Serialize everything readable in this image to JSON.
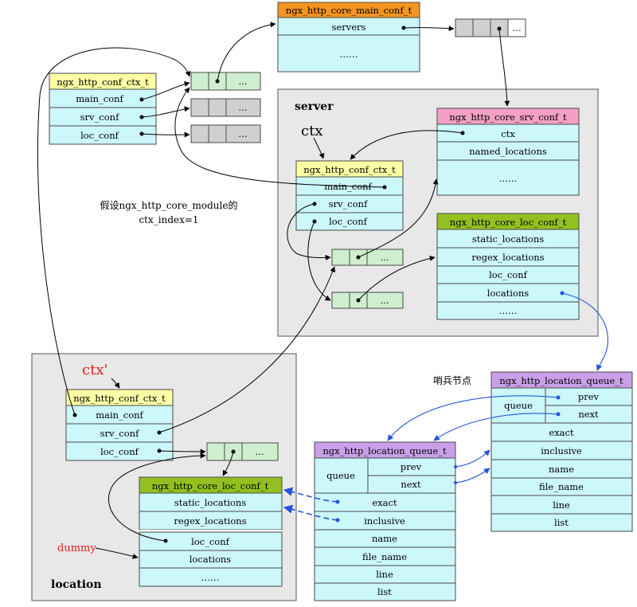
{
  "colors": {
    "cell": "#ccf7fb",
    "cell_border": "#4a4a4a",
    "header_yellow": "#ffffa6",
    "header_orange": "#f5941f",
    "header_pink": "#f4a0c4",
    "header_green": "#92c020",
    "header_purple": "#c9a0e8",
    "array_green": "#cfeecf",
    "array_grey": "#d0d0d0",
    "region_bg": "#e8e8e8",
    "arrow_black": "#000000",
    "arrow_blue": "#2255dd",
    "label_red": "#e02020"
  },
  "main_conf": {
    "title": "ngx_http_core_main_conf_t",
    "rows": [
      "servers",
      "……"
    ]
  },
  "servers_array": {
    "ellipsis": "..."
  },
  "ctx_top": {
    "title": "ngx_http_conf_ctx_t",
    "rows": [
      "main_conf",
      "srv_conf",
      "loc_conf"
    ]
  },
  "top_arrays": {
    "ellipsis": "..."
  },
  "note": {
    "line1": "假设ngx_http_core_module的",
    "line2": "ctx_index=1"
  },
  "server": {
    "label": "server",
    "ctx_label": "ctx",
    "ctx": {
      "title": "ngx_http_conf_ctx_t",
      "rows": [
        "main_conf",
        "srv_conf",
        "loc_conf"
      ]
    },
    "srv_conf": {
      "title": "ngx_http_core_srv_conf_t",
      "rows": [
        "ctx",
        "named_locations",
        "……"
      ]
    },
    "loc_conf": {
      "title": "ngx_http_core_loc_conf_t",
      "rows": [
        "static_locations",
        "regex_locations",
        "loc_conf",
        "locations",
        "……"
      ]
    },
    "arrays": {
      "ellipsis": "..."
    }
  },
  "sentinel": {
    "label": "哨兵节点",
    "title": "ngx_http_location_queue_t",
    "queue_label": "queue",
    "queue_rows": [
      "prev",
      "next"
    ],
    "rows": [
      "exact",
      "inclusive",
      "name",
      "file_name",
      "line",
      "list"
    ]
  },
  "location": {
    "label": "location",
    "ctx_label": "ctx'",
    "dummy_label": "dummy",
    "ctx": {
      "title": "ngx_http_conf_ctx_t",
      "rows": [
        "main_conf",
        "srv_conf",
        "loc_conf"
      ]
    },
    "array": {
      "ellipsis": "..."
    },
    "loc_conf": {
      "title": "ngx_http_core_loc_conf_t",
      "rows": [
        "static_locations",
        "regex_locations",
        "loc_conf",
        "locations",
        "……"
      ]
    }
  },
  "queue2": {
    "title": "ngx_http_location_queue_t",
    "queue_label": "queue",
    "queue_rows": [
      "prev",
      "next"
    ],
    "rows": [
      "exact",
      "inclusive",
      "name",
      "file_name",
      "line",
      "list"
    ]
  }
}
